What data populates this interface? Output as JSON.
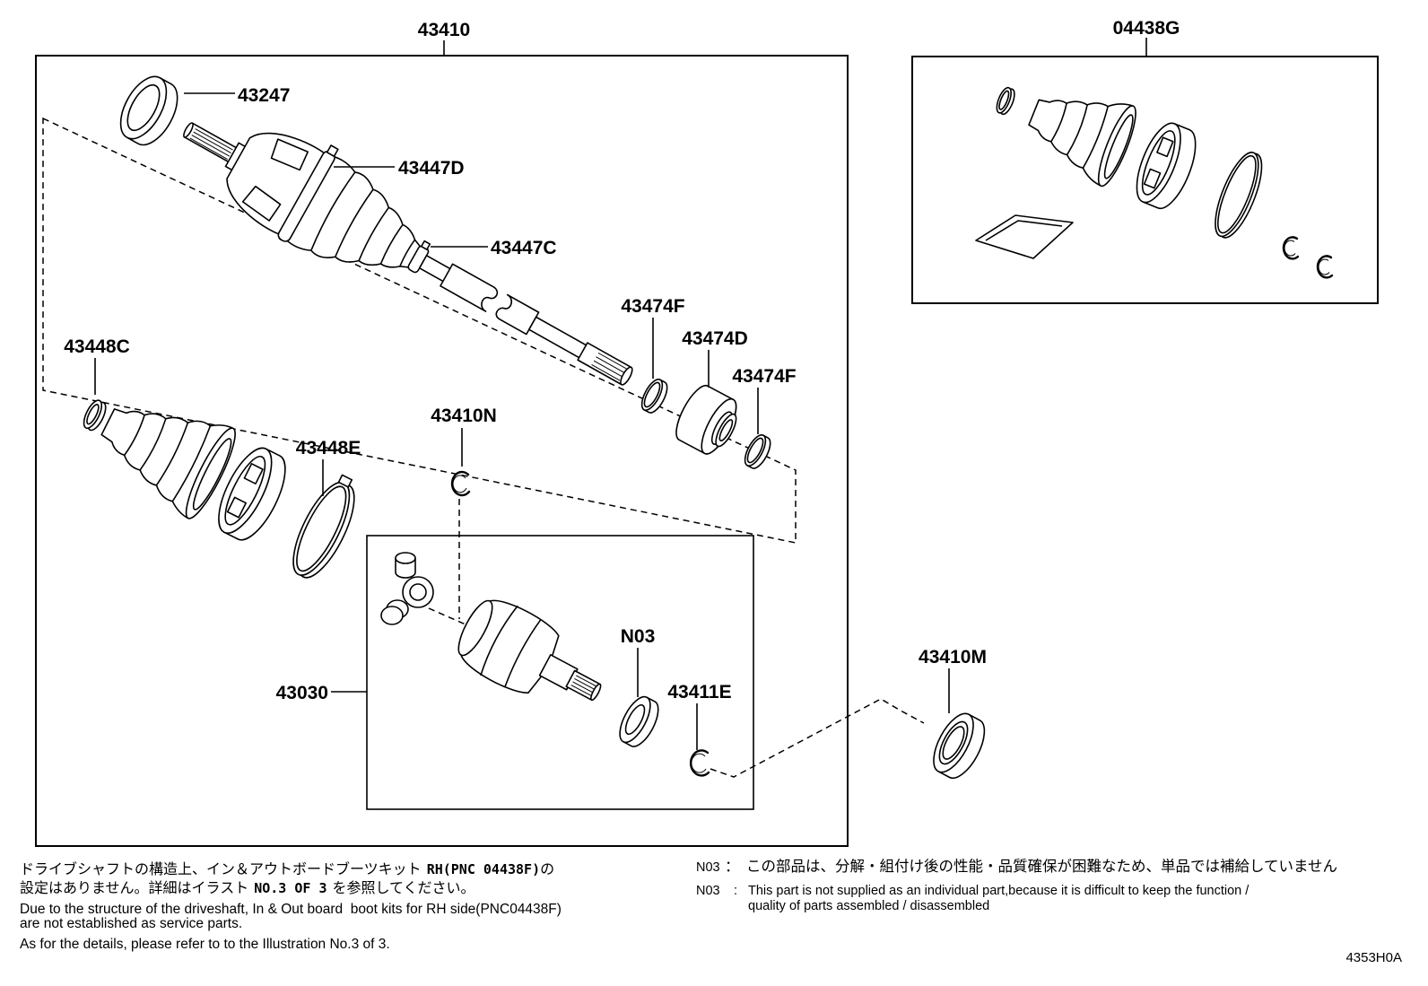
{
  "callouts": {
    "c43410": "43410",
    "c04438G": "04438G",
    "c43247": "43247",
    "c43447D": "43447D",
    "c43447C": "43447C",
    "c43474F_a": "43474F",
    "c43474D": "43474D",
    "c43474F_b": "43474F",
    "c43448C": "43448C",
    "c43410N": "43410N",
    "c43448E": "43448E",
    "c43030": "43030",
    "cN03": "N03",
    "c43411E": "43411E",
    "c43410M": "43410M"
  },
  "notes_left": {
    "jp1_a": "ドライブシャフトの構造上、イン＆アウトボードブーツキット",
    "jp1_b": "RH(PNC 04438F)",
    "jp1_c": "の",
    "jp2_a": "設定はありません。詳細はイラスト",
    "jp2_b": "NO.3 OF 3",
    "jp2_c": "を参照してください。",
    "en1": "Due to the structure of the driveshaft, In & Out board  boot kits for RH side(PNC04438F)",
    "en2": "are not established as service parts.",
    "en3": "As for the details, please refer to to the Illustration No.3 of 3."
  },
  "notes_right": {
    "jp_code": "N03",
    "jp_colon": "：",
    "jp_text": "この部品は、分解・組付け後の性能・品質確保が困難なため、単品では補給していません",
    "en_code": "N03",
    "en_colon": ":",
    "en_text1": "This part is not supplied as an individual part,because it is difficult to keep the function /",
    "en_text2": "quality of parts assembled / disassembled"
  },
  "illustration_code": "4353H0A"
}
